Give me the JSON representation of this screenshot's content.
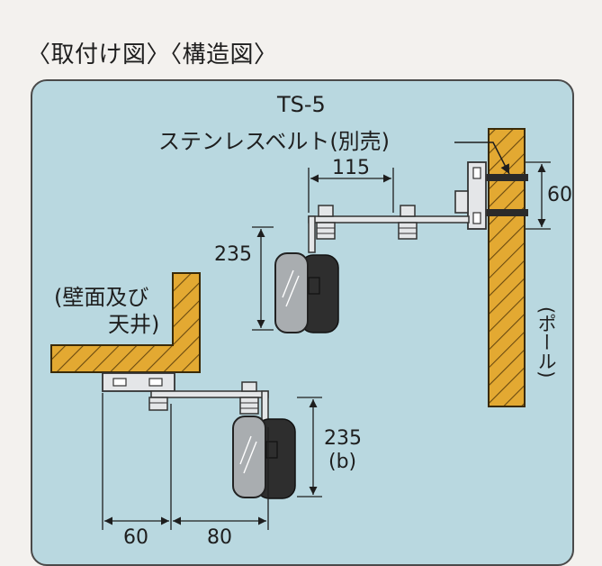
{
  "heading": "〈取付け図〉〈構造図〉",
  "model": "TS-5",
  "belt_label": "ステンレスベルト(別売)",
  "wall_label_line1": "(壁面及び",
  "wall_label_line2": "天井)",
  "pole_label": "(ポール)",
  "dimensions": {
    "top_arm": "115",
    "top_belt_spacing": "60",
    "top_mirror_height": "235",
    "bottom_mirror_height": "235",
    "bottom_mirror_note": "(b)",
    "bottom_base_width": "60",
    "bottom_arm": "80"
  },
  "colors": {
    "panel_bg": "#b9d8e0",
    "wood": "#e3a932",
    "hatch": "#6a4a10",
    "metal": "#e4e6e8",
    "mirror_frame": "#2e2e2e",
    "glass": "#a9adb0"
  }
}
